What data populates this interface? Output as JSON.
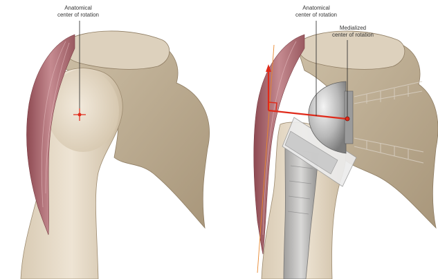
{
  "figure": {
    "left_panel": {
      "label_line1": "Anatomical",
      "label_line2": "center of rotation"
    },
    "right_panel": {
      "anatomical_line1": "Anatomical",
      "anatomical_line2": "center of rotation",
      "medialized_line1": "Medialized",
      "medialized_line2": "center of rotation"
    },
    "colors": {
      "bone": "#e7dccb",
      "bone_shadow": "#b9a98f",
      "muscle": "#b9777e",
      "marker_red": "#e02a1a",
      "implant_metal": "#bcbcbc",
      "implant_insert": "#ebebeb"
    }
  }
}
